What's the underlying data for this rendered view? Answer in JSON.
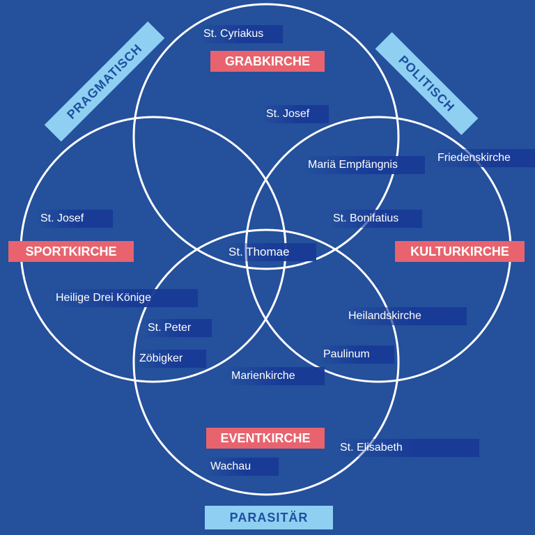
{
  "colors": {
    "background": "#24509c",
    "circle_stroke": "#ffffff",
    "category_fill": "#e8636d",
    "axis_label_fill": "#8fd0f2",
    "axis_label_text": "#1f4fa0",
    "church_text": "#ffffff"
  },
  "categories": {
    "grab": "GRABKIRCHE",
    "sport": "SPORTKIRCHE",
    "kultur": "KULTURKIRCHE",
    "event": "EVENTKIRCHE"
  },
  "axes": {
    "pragmatisch": "PRAGMATISCH",
    "politisch": "POLITISCH",
    "parasitaer": "PARASITÄR"
  },
  "churches": {
    "st_cyriakus": "St. Cyriakus",
    "st_josef_top": "St. Josef",
    "maria_empfaengnis": "Mariä Empfängnis",
    "friedenskirche": "Friedenskirche",
    "st_josef_left": "St. Josef",
    "st_bonifatius": "St. Bonifatius",
    "st_thomae": "St. Thomae",
    "heilige_drei_koenige": "Heilige Drei Könige",
    "st_peter": "St. Peter",
    "zoebigker": "Zöbigker",
    "heilandskirche": "Heilandskirche",
    "paulinum": "Paulinum",
    "marienkirche": "Marienkirche",
    "st_elisabeth": "St. Elisabeth",
    "wachau": "Wachau"
  }
}
